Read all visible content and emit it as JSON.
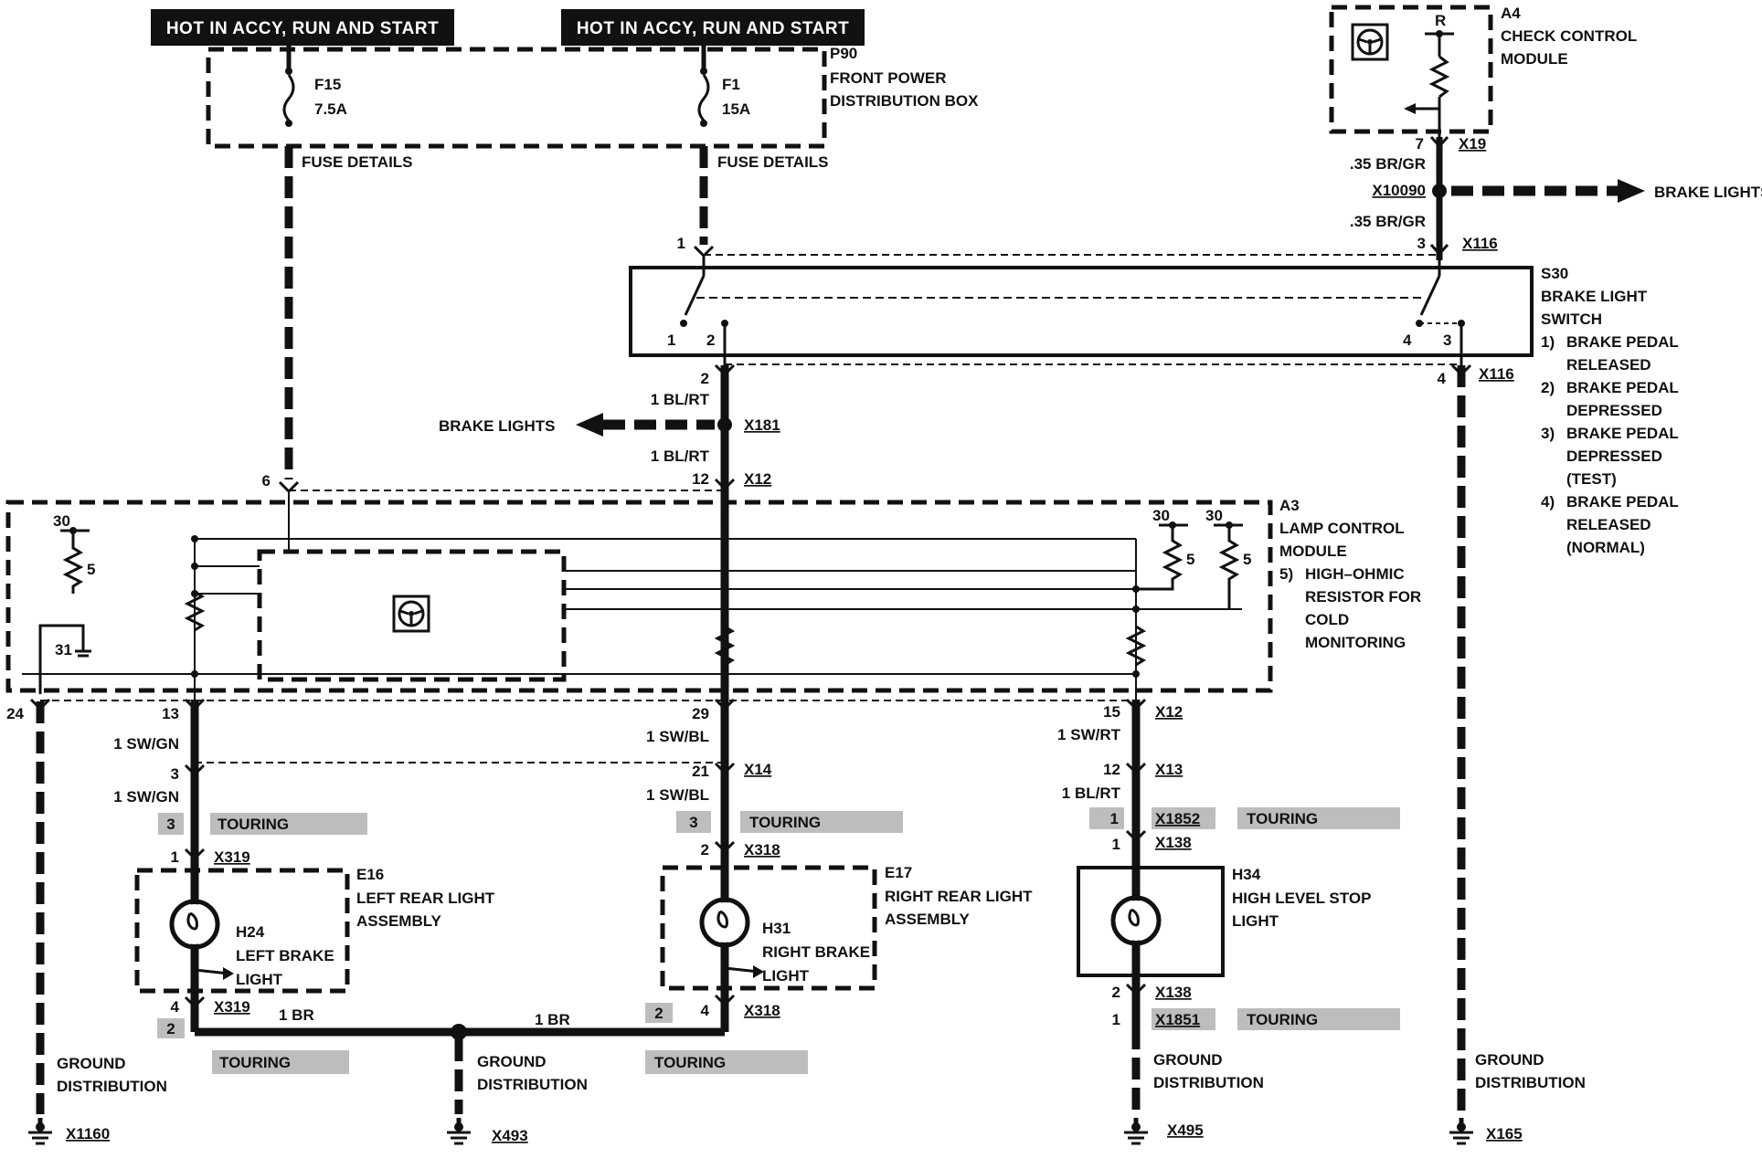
{
  "power_labels": [
    "HOT IN ACCY, RUN AND START",
    "HOT IN ACCY, RUN AND START"
  ],
  "fuse_box": {
    "ref": "P90",
    "name_lines": [
      "FRONT POWER",
      "DISTRIBUTION BOX"
    ],
    "fuses": [
      {
        "id": "F15",
        "rating": "7.5A",
        "details": "FUSE DETAILS"
      },
      {
        "id": "F1",
        "rating": "15A",
        "details": "FUSE DETAILS"
      }
    ]
  },
  "check_control": {
    "ref": "A4",
    "name_lines": [
      "CHECK CONTROL",
      "MODULE"
    ],
    "resistor_label": "R",
    "pin": "7",
    "connector": "X19",
    "wire_top": ".35 BR/GR",
    "splice": "X10090",
    "wire_bottom": ".35 BR/GR",
    "pin_switch": "3",
    "connector_switch": "X116"
  },
  "brake_lights_labels": [
    "BRAKE LIGHTS",
    "BRAKE LIGHTS"
  ],
  "brake_switch": {
    "ref": "S30",
    "name_lines": [
      "BRAKE LIGHT",
      "SWITCH"
    ],
    "pin_in_left": "1",
    "contacts_left": [
      "1",
      "2"
    ],
    "contacts_right": [
      "4",
      "3"
    ],
    "out_left_pin": "2",
    "out_right_pin": "4",
    "out_right_connector": "X116",
    "notes": [
      {
        "num": "1)",
        "lines": [
          "BRAKE PEDAL",
          "RELEASED"
        ]
      },
      {
        "num": "2)",
        "lines": [
          "BRAKE PEDAL",
          "DEPRESSED"
        ]
      },
      {
        "num": "3)",
        "lines": [
          "BRAKE PEDAL",
          "DEPRESSED",
          "(TEST)"
        ]
      },
      {
        "num": "4)",
        "lines": [
          "BRAKE PEDAL",
          "RELEASED",
          "(NORMAL)"
        ]
      }
    ]
  },
  "splice_x181": {
    "wire_top": "1 BL/RT",
    "connector": "X181",
    "wire_bottom": "1 BL/RT",
    "pin": "12",
    "connector_lcm": "X12"
  },
  "lamp_module": {
    "ref": "A3",
    "name_lines": [
      "LAMP CONTROL",
      "MODULE"
    ],
    "note_num": "5)",
    "note_lines": [
      "HIGH–OHMIC",
      "RESISTOR FOR",
      "COLD",
      "MONITORING"
    ],
    "pin_in_f15": "6",
    "terminal_30": "30",
    "resistor_5": "5",
    "terminal_31": "31",
    "ground_pin": "24"
  },
  "left_branch": {
    "pin_lcm": "13",
    "wire1": "1 SW/GN",
    "pin_mid": "3",
    "wire2": "1 SW/GN",
    "touring_pin": "3",
    "touring": "TOURING",
    "pin_lamp": "1",
    "connector_lamp": "X319",
    "assembly_ref": "E16",
    "assembly_lines": [
      "LEFT REAR LIGHT",
      "ASSEMBLY"
    ],
    "lamp_ref": "H24",
    "lamp_lines": [
      "LEFT BRAKE",
      "LIGHT"
    ],
    "pin_out": "4",
    "connector_out": "X319",
    "touring_pin_out": "2",
    "wire_out": "1 BR",
    "touring_bottom": "TOURING"
  },
  "center_branch": {
    "pin_lcm": "29",
    "wire1": "1 SW/BL",
    "pin_mid": "21",
    "connector_mid": "X14",
    "wire2": "1 SW/BL",
    "touring_pin": "3",
    "touring": "TOURING",
    "pin_lamp": "2",
    "connector_lamp": "X318",
    "assembly_ref": "E17",
    "assembly_lines": [
      "RIGHT REAR LIGHT",
      "ASSEMBLY"
    ],
    "lamp_ref": "H31",
    "lamp_lines": [
      "RIGHT BRAKE",
      "LIGHT"
    ],
    "pin_out": "4",
    "connector_out": "X318",
    "touring_pin_out": "2",
    "wire_out": "1 BR",
    "touring_bottom": "TOURING"
  },
  "right_branch": {
    "pin_lcm": "15",
    "connector_lcm": "X12",
    "wire1": "1 SW/RT",
    "pin_mid": "12",
    "connector_mid": "X13",
    "wire2": "1 BL/RT",
    "touring_pin": "1",
    "touring_connector": "X1852",
    "touring": "TOURING",
    "pin_lamp": "1",
    "connector_lamp": "X138",
    "lamp_ref": "H34",
    "lamp_lines": [
      "HIGH LEVEL STOP",
      "LIGHT"
    ],
    "pin_out": "2",
    "connector_out": "X138",
    "touring_pin_out": "1",
    "touring_connector_out": "X1851",
    "touring_bottom": "TOURING"
  },
  "grounds": [
    {
      "lines": [
        "GROUND",
        "DISTRIBUTION"
      ],
      "connector": "X1160"
    },
    {
      "lines": [
        "GROUND",
        "DISTRIBUTION"
      ],
      "connector": "X493"
    },
    {
      "lines": [
        "GROUND",
        "DISTRIBUTION"
      ],
      "connector": "X495"
    },
    {
      "lines": [
        "GROUND",
        "DISTRIBUTION"
      ],
      "connector": "X165"
    }
  ]
}
